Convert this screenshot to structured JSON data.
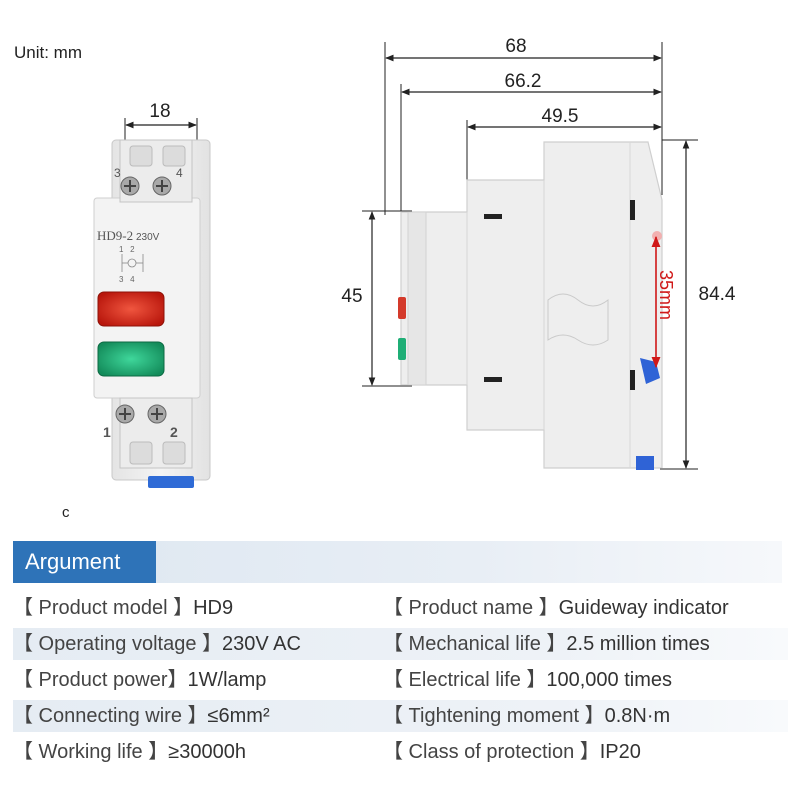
{
  "unit_label": "Unit: mm",
  "note_label": "c",
  "front_view": {
    "width_dim": "18",
    "top_terminals": [
      "3",
      "4"
    ],
    "bottom_terminals": [
      "1",
      "2"
    ],
    "model_text": "HD9-2",
    "voltage_text": "230V",
    "schematic_top": "1   2",
    "schematic_bottom": "3   4",
    "lamp_colors": [
      "#d42a1c",
      "#1fae76"
    ]
  },
  "side_view": {
    "dim_total_depth": "68",
    "dim_depth_2": "66.2",
    "dim_depth_3": "49.5",
    "dim_front_height": "45",
    "dim_total_height": "84.4",
    "dim_rail": "35mm"
  },
  "argument": {
    "title": "Argument",
    "rows": [
      {
        "left_label": "【 Product model 】",
        "left_value": "HD9",
        "right_label": "【 Product name 】",
        "right_value": "Guideway indicator"
      },
      {
        "left_label": "【 Operating voltage 】",
        "left_value": "230V AC",
        "right_label": "【 Mechanical life 】",
        "right_value": "2.5 million times"
      },
      {
        "left_label": "【 Product power】",
        "left_value": "1W/lamp",
        "right_label": "【 Electrical life 】",
        "right_value": "100,000 times"
      },
      {
        "left_label": "【 Connecting wire 】",
        "left_value": "≤6mm²",
        "right_label": "【 Tightening moment 】",
        "right_value": "0.8N·m"
      },
      {
        "left_label": "【 Working life 】",
        "left_value": "≥30000h",
        "right_label": "【 Class of protection 】",
        "right_value": "IP20"
      }
    ]
  }
}
